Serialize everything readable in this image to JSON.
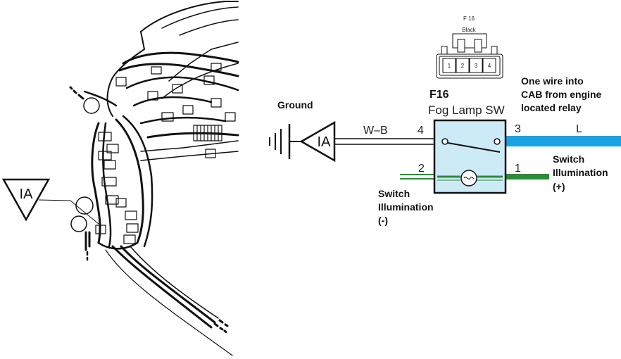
{
  "ground_symbol": {
    "label": "Ground",
    "code": "IA"
  },
  "connector": {
    "id": "F16",
    "name": "Fog Lamp SW",
    "header_id": "F 16",
    "header_color": "Black",
    "pins": [
      "1",
      "2",
      "3",
      "4"
    ]
  },
  "wires": {
    "pin4": {
      "pin": "4",
      "color_code": "W–B"
    },
    "pin3": {
      "pin": "3",
      "color_code": "L",
      "color": "#1aa3e0"
    },
    "pin2": {
      "pin": "2",
      "color": "#2e8b3a"
    },
    "pin1": {
      "pin": "1",
      "color": "#2e8b3a"
    }
  },
  "notes": {
    "relay_line1": "One wire into",
    "relay_line2": "CAB from engine",
    "relay_line3": "located relay",
    "illum_plus_line1": "Switch",
    "illum_plus_line2": "Illumination",
    "illum_plus_line3": "(+)",
    "illum_minus_line1": "Switch",
    "illum_minus_line2": "Illumination",
    "illum_minus_line3": "(-)"
  },
  "locator": {
    "code": "IA"
  },
  "colors": {
    "switch_fill": "#cdeaf7",
    "blue_wire": "#1aa3e0",
    "green_wire": "#2e8b3a"
  }
}
